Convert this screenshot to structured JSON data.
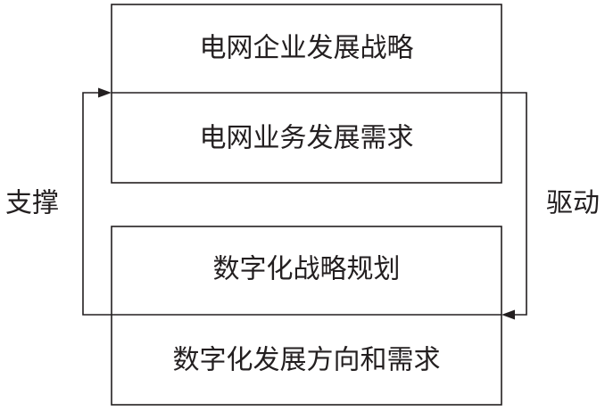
{
  "top_box": {
    "upper_label": "电网企业发展战略",
    "lower_label": "电网业务发展需求"
  },
  "bottom_box": {
    "upper_label": "数字化战略规划",
    "lower_label": "数字化发展方向和需求"
  },
  "left_label": "支撑",
  "right_label": "驱动"
}
